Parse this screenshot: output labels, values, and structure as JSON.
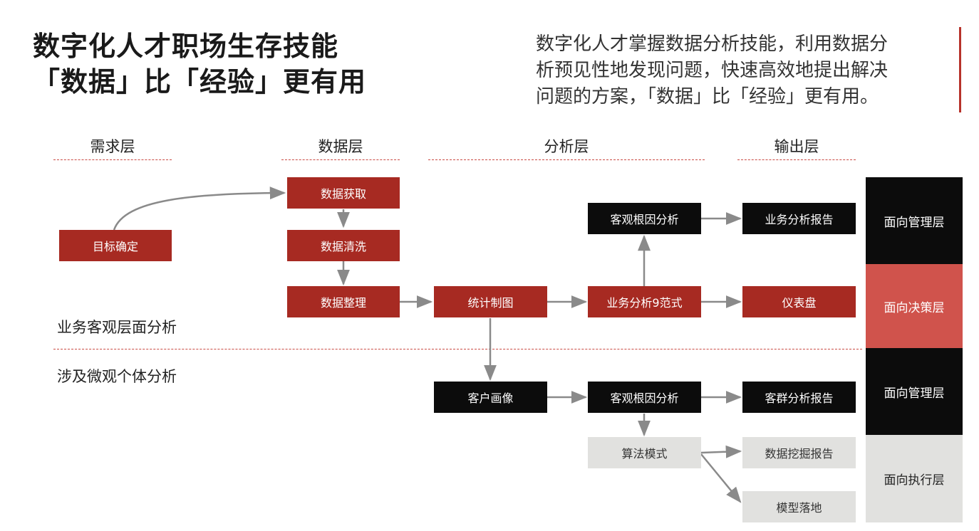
{
  "title": {
    "line1": "数字化人才职场生存技能",
    "line2": "「数据」比「经验」更有用"
  },
  "description": {
    "line1": "数字化人才掌握数据分析技能，利用数据分",
    "line2": "析预见性地发现问题，快速高效地提出解决",
    "line3": "问题的方案，「数据」比「经验」更有用。"
  },
  "layers": {
    "demand": "需求层",
    "data": "数据层",
    "analysis": "分析层",
    "output": "输出层"
  },
  "sections": {
    "business": "业务客观层面分析",
    "micro": "涉及微观个体分析"
  },
  "nodes": {
    "goal": "目标确定",
    "acquire": "数据获取",
    "clean": "数据清洗",
    "organize": "数据整理",
    "stat_chart": "统计制图",
    "biz_9": "业务分析9范式",
    "root_cause_top": "客观根因分析",
    "biz_report": "业务分析报告",
    "dashboard": "仪表盘",
    "customer_profile": "客户画像",
    "root_cause_bottom": "客观根因分析",
    "segment_report": "客群分析报告",
    "algorithm": "算法模式",
    "mining_report": "数据挖掘报告",
    "model_deploy": "模型落地"
  },
  "audience": {
    "mgmt_top": "面向管理层",
    "decision": "面向决策层",
    "mgmt_bottom": "面向管理层",
    "execution": "面向执行层"
  },
  "colors": {
    "red": "#a72a22",
    "black": "#0c0c0c",
    "gray": "#e1e1df",
    "decision_red": "#d0534c",
    "arrow": "#8a8a8a",
    "dash_red": "#c94a44"
  }
}
